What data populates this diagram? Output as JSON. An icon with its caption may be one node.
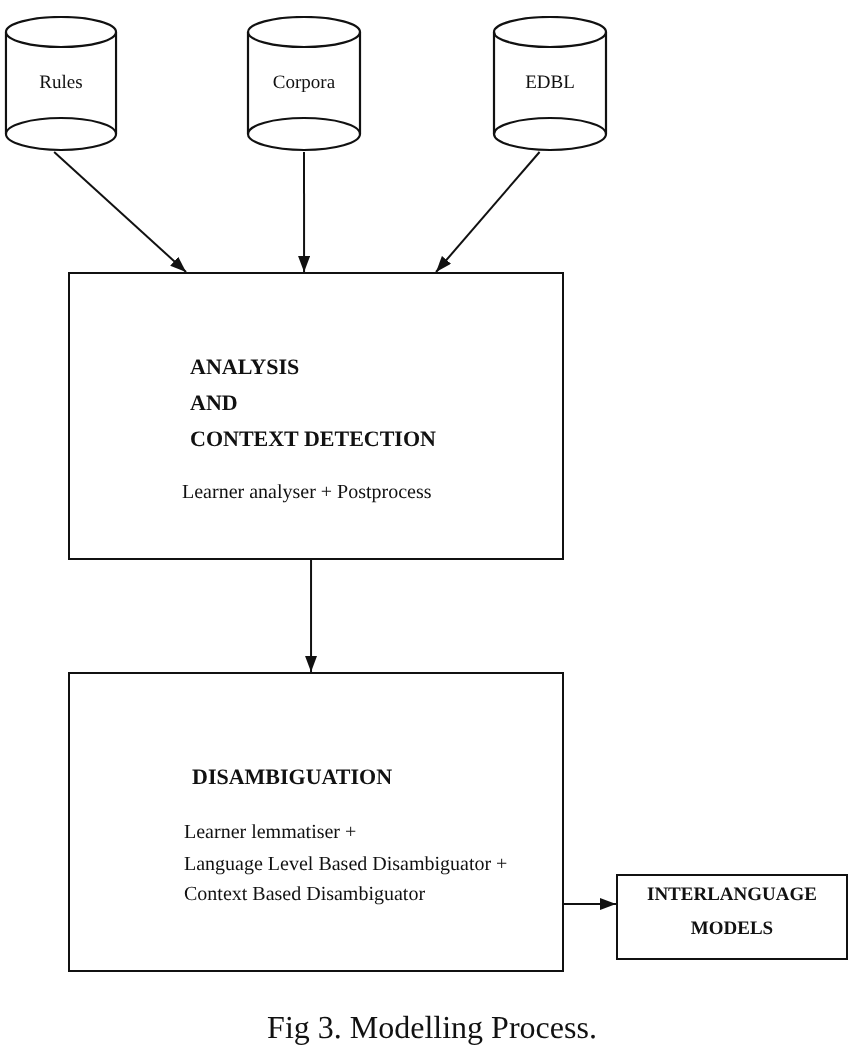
{
  "diagram": {
    "caption": "Fig 3. Modelling Process.",
    "nodes": [
      {
        "text": [
          "Rules"
        ]
      },
      {
        "text": [
          "Corpora"
        ]
      },
      {
        "text": [
          "EDBL"
        ]
      },
      {
        "text": [
          "ANALYSIS",
          "AND",
          "CONTEXT DETECTION",
          "Learner analyser + Postprocess"
        ]
      },
      {
        "text": [
          "DISAMBIGUATION",
          "Learner lemmatiser +",
          "Language Level Based Disambiguator +",
          "Context Based Disambiguator"
        ]
      },
      {
        "text": [
          "INTERLANGUAGE MODELS"
        ]
      }
    ],
    "edges": [
      {
        "from": 0,
        "to": 3,
        "arrow": "to"
      },
      {
        "from": 1,
        "to": 3,
        "arrow": "to"
      },
      {
        "from": 2,
        "to": 3,
        "arrow": "to"
      },
      {
        "from": 3,
        "to": 4,
        "arrow": "to"
      },
      {
        "from": 4,
        "to": 5,
        "arrow": "to"
      }
    ]
  }
}
